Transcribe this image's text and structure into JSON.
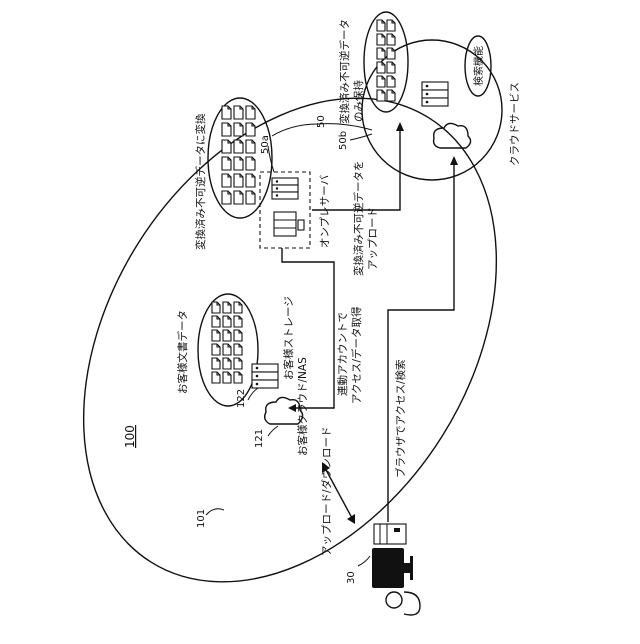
{
  "figure": {
    "number": "100"
  },
  "refs": {
    "system": "101",
    "nas": "121",
    "storage": "122",
    "terminal": "30",
    "onprem_server": "50",
    "onprem_box": "50a",
    "cloud_service": "50b"
  },
  "labels": {
    "customer_docs": "お客様文書データ",
    "customer_storage": "お客様ストレージ",
    "customer_cloud": "お客様クラウド/NAS",
    "up_down": "アップロード/ダウンロード",
    "linked_access_1": "連動アカウントで",
    "linked_access_2": "アクセス/データ取得",
    "onprem_server": "オンプレサーバ",
    "converted_docs": "変換済み不可逆データに変換",
    "upload_1": "変換済み不可逆データを",
    "upload_2": "アップロード",
    "cloud_docs_1": "変換済み不可逆データ",
    "cloud_docs_2": "のみ保持",
    "search_func": "検索機能",
    "cloud_service": "クラウドサービス",
    "browser_access": "ブラウザでアクセス/検索"
  }
}
